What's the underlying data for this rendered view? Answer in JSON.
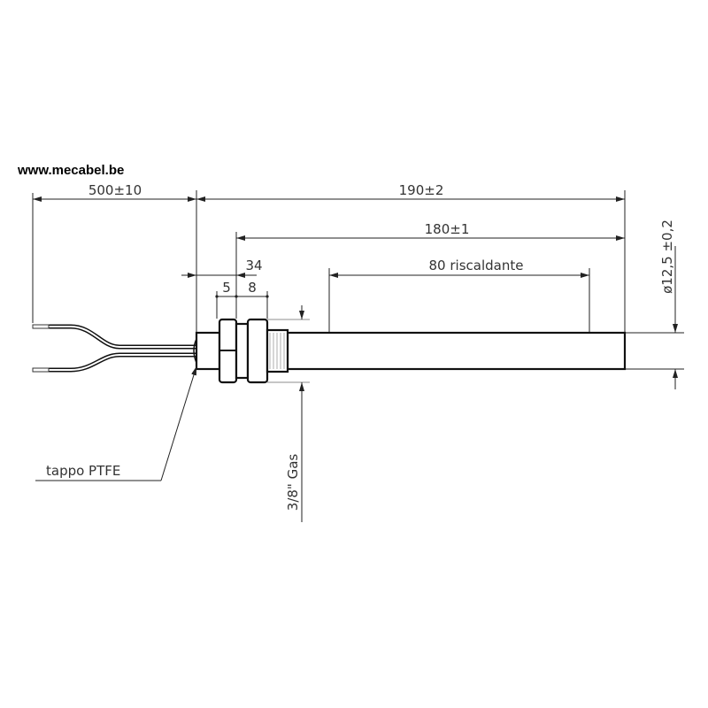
{
  "watermark": "www.mecabel.be",
  "dimensions": {
    "cable_length": "500±10",
    "total_length": "190±2",
    "tube_length": "180±1",
    "fitting_length": "34",
    "nut_width": "5",
    "thread_width": "8",
    "heating_length": "80  riscaldante",
    "diameter": "ø12,5 ±0,2",
    "thread": "3/8\"  Gas"
  },
  "labels": {
    "cap": "tappo  PTFE"
  }
}
